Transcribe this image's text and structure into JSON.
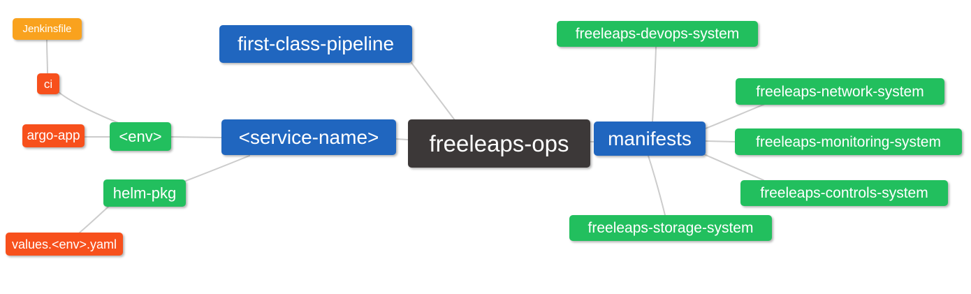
{
  "diagram": {
    "type": "mindmap",
    "root_label": "freeleaps-ops",
    "palette": {
      "branch_blue": "#2066bf",
      "leaf_green": "#22bf5e",
      "leaf_red_orange": "#f7501c",
      "leaf_orange": "#f9a21e",
      "root_dark": "#3c3838",
      "edge_gray": "#cccccc",
      "text": "#ffffff",
      "background": "#ffffff"
    },
    "nodes": [
      {
        "id": "jenkinsfile",
        "label": "Jenkinsfile",
        "color": "orange"
      },
      {
        "id": "ci",
        "label": "ci",
        "color": "red"
      },
      {
        "id": "argo-app",
        "label": "argo-app",
        "color": "red"
      },
      {
        "id": "env",
        "label": "<env>",
        "color": "green"
      },
      {
        "id": "helm-pkg",
        "label": "helm-pkg",
        "color": "green"
      },
      {
        "id": "values-env-yaml",
        "label": "values.<env>.yaml",
        "color": "red"
      },
      {
        "id": "first-class-pipeline",
        "label": "first-class-pipeline",
        "color": "blue"
      },
      {
        "id": "service-name",
        "label": "<service-name>",
        "color": "blue"
      },
      {
        "id": "freeleaps-ops",
        "label": "freeleaps-ops",
        "color": "dark"
      },
      {
        "id": "manifests",
        "label": "manifests",
        "color": "blue"
      },
      {
        "id": "freeleaps-devops-system",
        "label": "freeleaps-devops-system",
        "color": "green"
      },
      {
        "id": "freeleaps-network-system",
        "label": "freeleaps-network-system",
        "color": "green"
      },
      {
        "id": "freeleaps-monitoring-system",
        "label": "freeleaps-monitoring-system",
        "color": "green"
      },
      {
        "id": "freeleaps-controls-system",
        "label": "freeleaps-controls-system",
        "color": "green"
      },
      {
        "id": "freeleaps-storage-system",
        "label": "freeleaps-storage-system",
        "color": "green"
      }
    ],
    "connections": [
      {
        "from": "ci",
        "to": "Jenkinsfile"
      },
      {
        "from": "<env>",
        "to": "ci"
      },
      {
        "from": "<env>",
        "to": "argo-app"
      },
      {
        "from": "<service-name>",
        "to": "<env>"
      },
      {
        "from": "<service-name>",
        "to": "helm-pkg"
      },
      {
        "from": "helm-pkg",
        "to": "values.<env>.yaml"
      },
      {
        "from": "freeleaps-ops",
        "to": "first-class-pipeline"
      },
      {
        "from": "freeleaps-ops",
        "to": "<service-name>"
      },
      {
        "from": "freeleaps-ops",
        "to": "manifests"
      },
      {
        "from": "manifests",
        "to": "freeleaps-devops-system"
      },
      {
        "from": "manifests",
        "to": "freeleaps-network-system"
      },
      {
        "from": "manifests",
        "to": "freeleaps-monitoring-system"
      },
      {
        "from": "manifests",
        "to": "freeleaps-controls-system"
      },
      {
        "from": "manifests",
        "to": "freeleaps-storage-system"
      }
    ]
  }
}
